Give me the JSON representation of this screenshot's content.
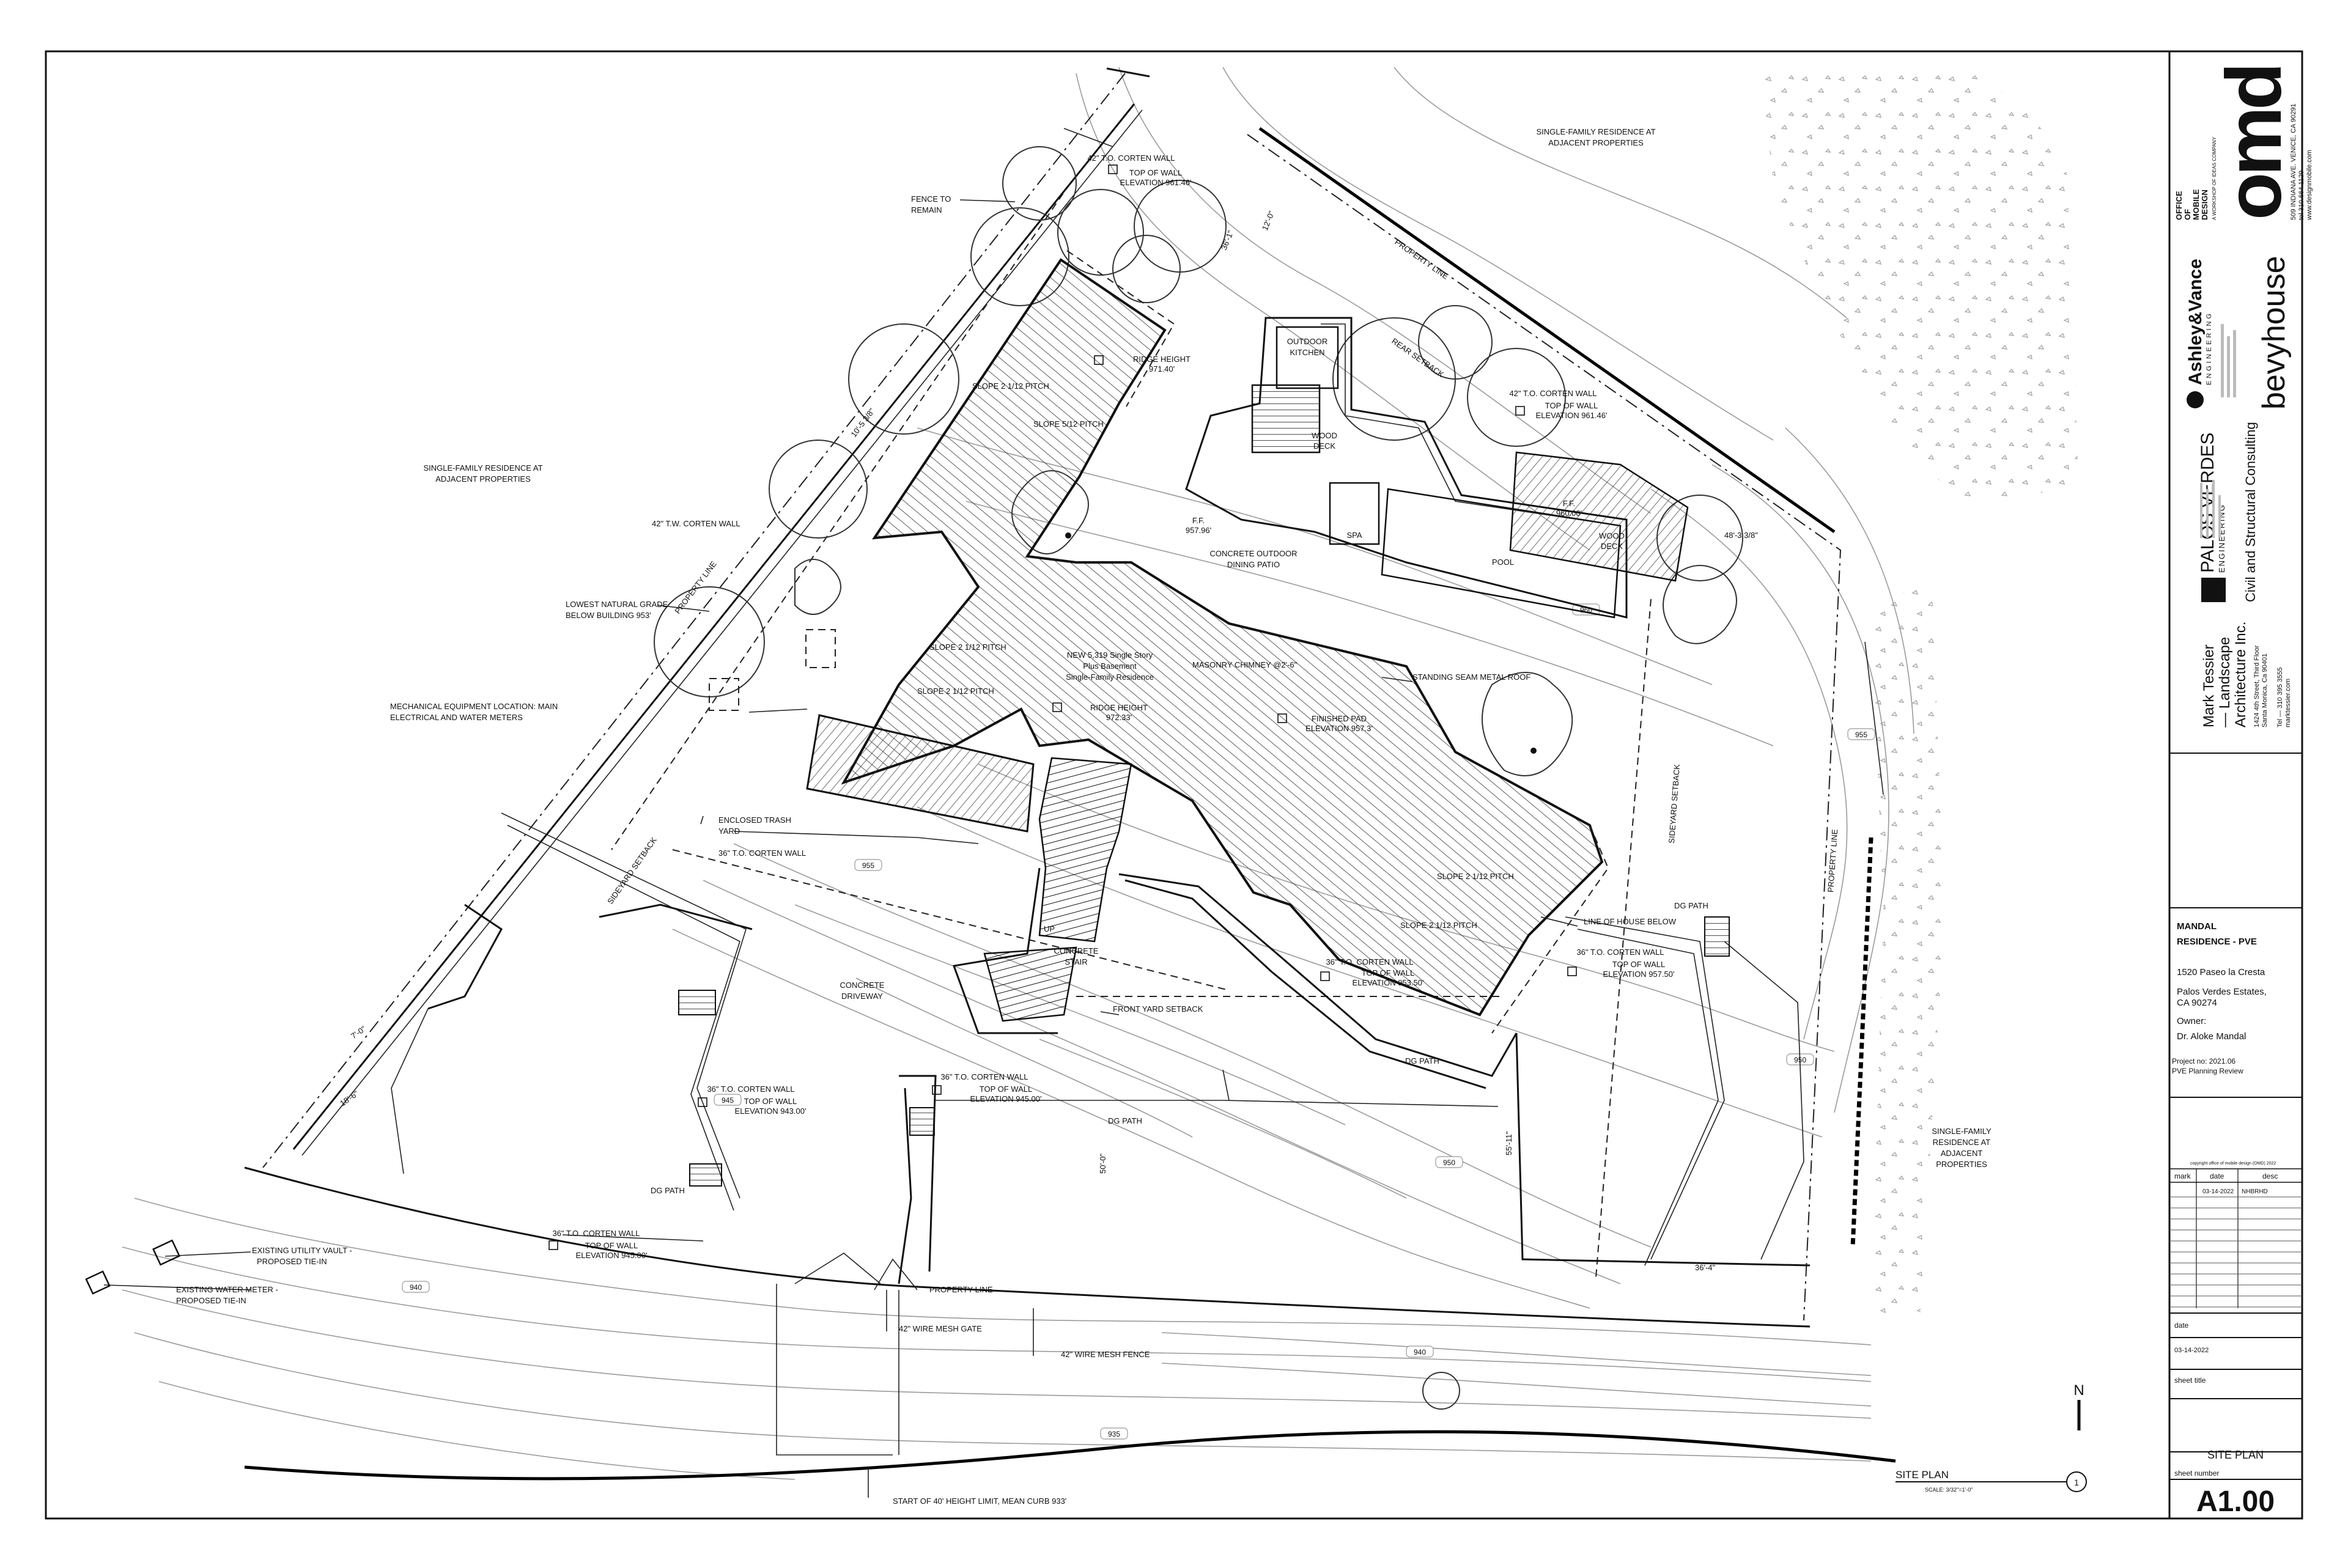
{
  "sheet": {
    "number": "A1.00",
    "number_label": "sheet number",
    "title": "SITE PLAN",
    "title_label": "sheet title",
    "date_label": "date",
    "date": "03-14-2022",
    "copyright": "copyright office of mobile design (OMD) 2022"
  },
  "firms": {
    "omd": {
      "logo": "omd",
      "name_lines": [
        "OFFICE",
        "OF",
        "MOBILE",
        "DESIGN"
      ],
      "sub": "A WORKSHOP OF IDEAS COMPANY",
      "address": "509 INDIANA AVE. VENICE, CA 90291",
      "tel": "tel 310.664.1129",
      "web": "www.designmobile.com"
    },
    "bevyhouse": {
      "name": "bevyhouse"
    },
    "ashley_vance": {
      "name": "Ashley&Vance",
      "sub": "ENGINEERING"
    },
    "palos_verdes": {
      "name": "PALOS VERDES",
      "sub": "ENGINEERING",
      "tagline": "Civil and Structural Consulting"
    },
    "tessier": {
      "name_lines": [
        "Mark Tessier",
        "— Landscape",
        "Architecture Inc."
      ],
      "address": "1424 4th Street, Third Floor",
      "city": "Santa Monica, Ca 90401",
      "tel": "Tel — 310 395 3555",
      "web": "marktessier.com"
    }
  },
  "project": {
    "name_line1": "MANDAL",
    "name_line2": "RESIDENCE - PVE",
    "address1": "1520 Paseo la Cresta",
    "address2": "Palos Verdes Estates,",
    "address3": "CA 90274",
    "owner_label": "Owner:",
    "owner": "Dr. Aloke Mandal",
    "project_no": "Project no: 2021.06",
    "review": "PVE Planning Review"
  },
  "revisions": {
    "headers": [
      "mark",
      "date",
      "desc"
    ],
    "rows": [
      [
        "",
        "03-14-2022",
        "NHBRHD"
      ]
    ]
  },
  "drawing": {
    "title": "SITE PLAN",
    "scale": "SCALE:   3/32\"=1'-0\"",
    "number": "1",
    "north": "N",
    "labels": {
      "adj_top": [
        "SINGLE-FAMILY RESIDENCE AT",
        "ADJACENT PROPERTIES"
      ],
      "adj_left": [
        "SINGLE-FAMILY RESIDENCE AT",
        "ADJACENT PROPERTIES"
      ],
      "adj_right": [
        "SINGLE-FAMILY",
        "RESIDENCE AT",
        "ADJACENT",
        "PROPERTIES"
      ],
      "fence": [
        "FENCE TO",
        "REMAIN"
      ],
      "wall_top": [
        "42\" T.O. CORTEN WALL",
        "TOP OF WALL",
        "ELEVATION 961.46'"
      ],
      "wall_right": [
        "42\" T.O. CORTEN WALL",
        "TOP OF WALL",
        "ELEVATION 961.46'"
      ],
      "tw_corten": "42\" T.W. CORTEN WALL",
      "lowest_grade": [
        "LOWEST NATURAL GRADE",
        "BELOW BUILDING 953'"
      ],
      "mech": [
        "MECHANICAL EQUIPMENT LOCATION: MAIN",
        "ELECTRICAL AND WATER METERS"
      ],
      "ridge1": [
        "RIDGE HEIGHT",
        "971.40'"
      ],
      "ridge2": [
        "RIDGE HEIGHT",
        "972.33'"
      ],
      "slope_a": "SLOPE 2 1/12 PITCH",
      "slope_b": "SLOPE 5/12 PITCH",
      "slope_c": "SLOPE 2 1/12 PITCH",
      "slope_d": "SLOPE 2 1/12 PITCH",
      "slope_e": "SLOPE 2 1/12 PITCH",
      "slope_f": "SLOPE 2 1/12 PITCH",
      "new_res": [
        "NEW 5,319 Single Story",
        "Plus Basement",
        "Single-Family Residence"
      ],
      "chimney": "MASONRY CHIMNEY @2'-6\"",
      "standing_seam": "STANDING SEAM METAL ROOF",
      "finished_pad": [
        "FINISHED PAD",
        "ELEVATION 957.3'"
      ],
      "outdoor_kitchen": [
        "OUTDOOR",
        "KITCHEN"
      ],
      "wood_deck1": [
        "WOOD",
        "DECK"
      ],
      "wood_deck2": [
        "WOOD",
        "DECK"
      ],
      "ff1": [
        "F.F.",
        "957.96'"
      ],
      "ff2": [
        "F.F.",
        "960.00'"
      ],
      "spa": "SPA",
      "pool": "POOL",
      "dining": [
        "CONCRETE OUTDOOR",
        "DINING PATIO"
      ],
      "rear_setback": "REAR SETBACK",
      "property_line": "PROPERTY LINE",
      "property_line_left": "PROPERTY LINE",
      "property_line_right": "PROPERTY LINE",
      "property_line_bottom": "PROPERTY LINE",
      "sideyard_left": "SIDEYARD SETBACK",
      "sideyard_right": "SIDEYARD SETBACK",
      "trash": [
        "ENCLOSED TRASH",
        "YARD"
      ],
      "corten36a": "36\" T.O. CORTEN WALL",
      "driveway": [
        "CONCRETE",
        "DRIVEWAY"
      ],
      "up": "UP",
      "stair": [
        "CONCRETE",
        "STAIR"
      ],
      "front_setback": "FRONT YARD SETBACK",
      "line_house": "LINE OF HOUSE BELOW",
      "wall_953": [
        "36\" T.O. CORTEN WALL",
        "TOP OF WALL",
        "ELEVATION 953.50'"
      ],
      "wall_957": [
        "36\" T.O. CORTEN WALL",
        "TOP OF WALL",
        "ELEVATION 957.50'"
      ],
      "wall_943": [
        "36\" T.O. CORTEN WALL",
        "TOP OF WALL",
        "ELEVATION 943.00'"
      ],
      "wall_945a": [
        "36\" T.O. CORTEN WALL",
        "TOP OF WALL",
        "ELEVATION 945.00'"
      ],
      "wall_945b": [
        "36\" T.O. CORTEN WALL",
        "TOP OF WALL",
        "ELEVATION 945.00'"
      ],
      "dg_path1": "DG PATH",
      "dg_path2": "DG PATH",
      "dg_path3": "DG PATH",
      "dg_path4": "DG PATH",
      "utility": [
        "EXISTING UTILITY VAULT -",
        "PROPOSED TIE-IN"
      ],
      "water": [
        "EXISTING WATER METER -",
        "PROPOSED TIE-IN"
      ],
      "mesh_gate": "42\" WIRE MESH GATE",
      "mesh_fence": "42\" WIRE MESH FENCE",
      "height_limit": "START OF 40' HEIGHT LIMIT, MEAN CURB 933'",
      "dim_12": "12'-0\"",
      "dim_left1": "10'-5 3/8\"",
      "dim_left2": "7'-0\"",
      "dim_left3": "18'-6\"",
      "dim_50": "50'-0\"",
      "dim_55": "55'-11\"",
      "dim_36": "36'-4\"",
      "dim_pool": "48'-3 3/8\"",
      "dim_rear": "36'-1\"",
      "contour_960": "960",
      "contour_955a": "955",
      "contour_955b": "955",
      "contour_950a": "950",
      "contour_950b": "950",
      "contour_945": "945",
      "contour_940a": "940",
      "contour_940b": "940",
      "contour_935": "935"
    }
  }
}
